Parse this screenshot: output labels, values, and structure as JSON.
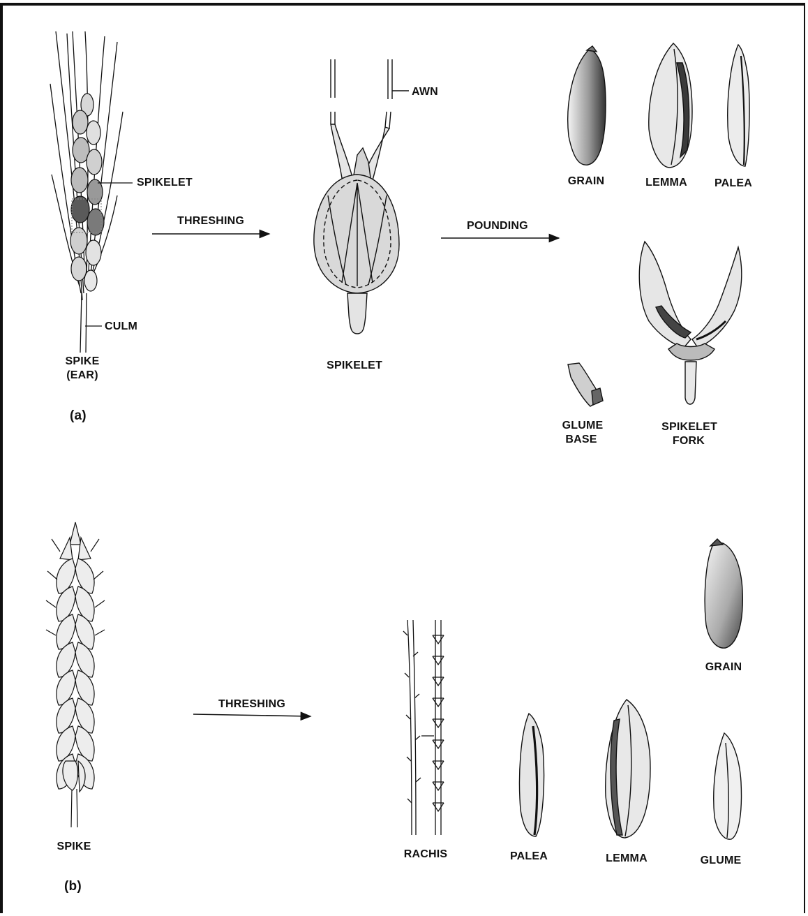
{
  "panel_a": {
    "panel_label": "(a)",
    "spike": {
      "label_line1": "SPIKE",
      "label_line2": "(EAR)",
      "spikelet_callout": "SPIKELET",
      "culm_callout": "CULM"
    },
    "threshing_label": "THRESHING",
    "spikelet": {
      "label": "SPIKELET",
      "awn_callout": "AWN"
    },
    "pounding_label": "POUNDING",
    "parts": {
      "grain": "GRAIN",
      "lemma": "LEMMA",
      "palea": "PALEA",
      "glume_base_line1": "GLUME",
      "glume_base_line2": "BASE",
      "spikelet_fork_line1": "SPIKELET",
      "spikelet_fork_line2": "FORK"
    }
  },
  "panel_b": {
    "panel_label": "(b)",
    "spike_label": "SPIKE",
    "threshing_label": "THRESHING",
    "parts": {
      "rachis": "RACHIS",
      "palea": "PALEA",
      "lemma": "LEMMA",
      "glume": "GLUME",
      "grain": "GRAIN"
    }
  },
  "colors": {
    "ink": "#111111",
    "shade": "#bdbdbd",
    "light_shade": "#e2e2e2"
  }
}
